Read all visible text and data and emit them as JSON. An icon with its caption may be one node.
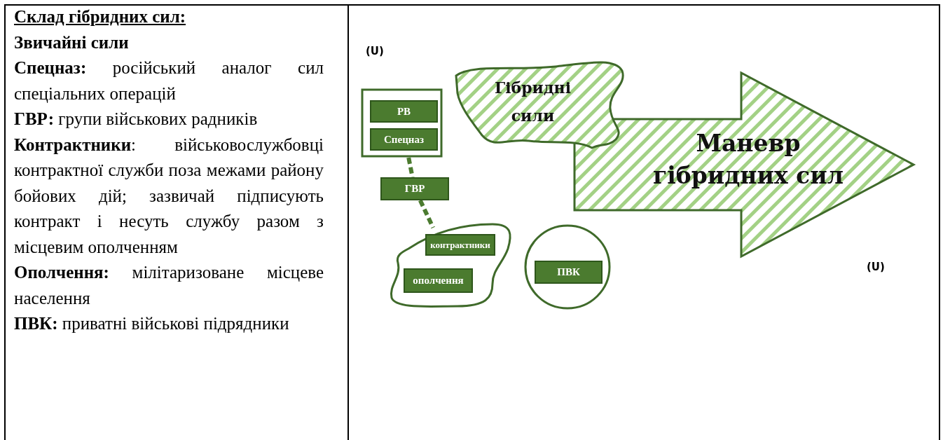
{
  "diagram": {
    "nodes": [
      {
        "text": [],
        "shape": "box"
      },
      {
        "text": [
          "РВ"
        ],
        "in": 0
      },
      {
        "text": [
          "Спецназ"
        ],
        "in": 0
      },
      {
        "text": [
          "ГВР"
        ]
      },
      {
        "text": [],
        "shape": "cloud"
      },
      {
        "text": [
          "контрактники"
        ],
        "in": 4
      },
      {
        "text": [
          "ополчення"
        ],
        "in": 4
      },
      {
        "text": [],
        "shape": "circle"
      },
      {
        "text": [
          "ПВК"
        ],
        "in": 7
      },
      {
        "text": [
          "Гібридні сили"
        ]
      },
      {
        "text": [
          "Маневр гібридних сил"
        ]
      }
    ],
    "edges": [
      {
        "from": 0,
        "to": 3,
        "arrow": "none",
        "style": "dashed"
      },
      {
        "from": 3,
        "to": 4,
        "arrow": "none",
        "style": "dashed"
      }
    ],
    "labels": [
      "Склад гібридних сил:",
      "Звичайні сили",
      "**Спецназ:** російський аналог сил спеціальних операцій",
      "**ГВР:** групи військових радників",
      "**Контрактники**: військовослужбовці контрактної служби поза межами району бойових дій; зазвичай підписують контракт і несуть службу разом з місцевим ополченням",
      "**Ополчення:** мілітаризоване місцеве населення",
      "**ПВК:** приватні військові підрядники",
      "(U)",
      "(U)"
    ]
  }
}
